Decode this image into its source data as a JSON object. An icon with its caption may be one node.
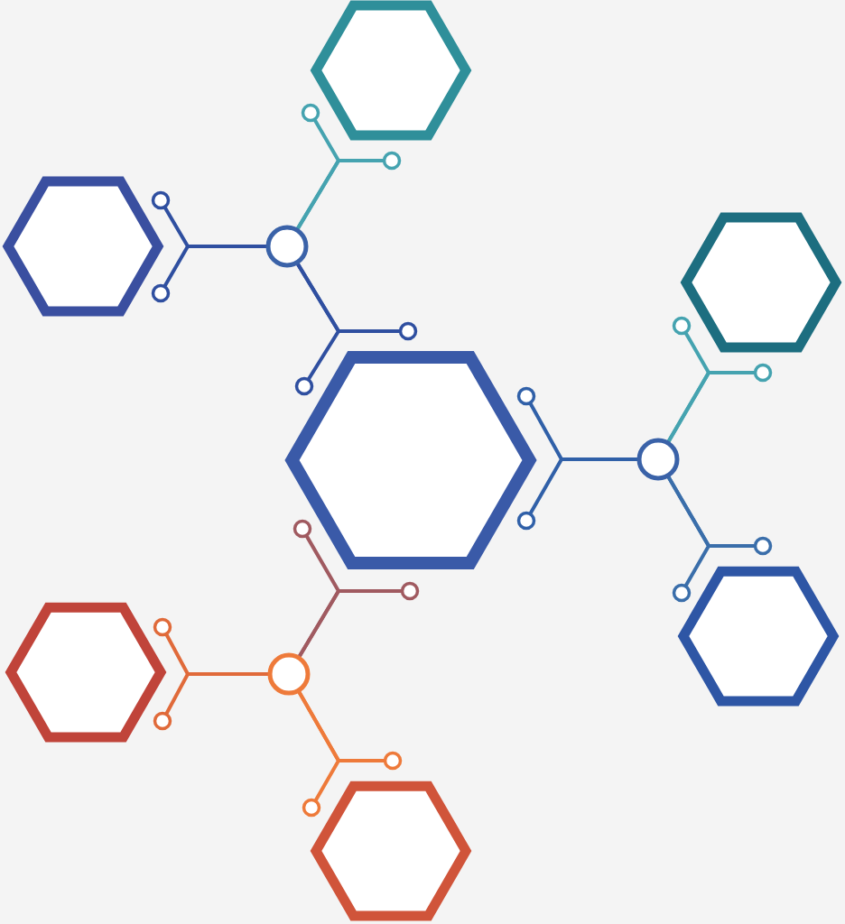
{
  "diagram": {
    "nodes": [
      {
        "text": [],
        "shape": "hexagon"
      },
      {
        "text": [],
        "shape": "hexagon"
      },
      {
        "text": [],
        "shape": "circle"
      },
      {
        "text": [],
        "shape": "hexagon"
      },
      {
        "text": [],
        "shape": "hexagon"
      },
      {
        "text": [],
        "shape": "circle"
      },
      {
        "text": [],
        "shape": "hexagon"
      },
      {
        "text": [],
        "shape": "hexagon"
      },
      {
        "text": [],
        "shape": "circle"
      },
      {
        "text": [],
        "shape": "hexagon"
      },
      {
        "text": [],
        "shape": "circle"
      },
      {
        "text": [],
        "shape": "circle"
      },
      {
        "text": [],
        "shape": "circle"
      },
      {
        "text": [],
        "shape": "circle"
      },
      {
        "text": [],
        "shape": "circle"
      },
      {
        "text": [],
        "shape": "circle"
      },
      {
        "text": [],
        "shape": "circle"
      },
      {
        "text": [],
        "shape": "circle"
      },
      {
        "text": [],
        "shape": "circle"
      },
      {
        "text": [],
        "shape": "circle"
      },
      {
        "text": [],
        "shape": "circle"
      },
      {
        "text": [],
        "shape": "circle"
      },
      {
        "text": [],
        "shape": "circle"
      },
      {
        "text": [],
        "shape": "circle"
      },
      {
        "text": [],
        "shape": "circle"
      },
      {
        "text": [],
        "shape": "circle"
      },
      {
        "text": [],
        "shape": "circle"
      },
      {
        "text": [],
        "shape": "circle"
      }
    ],
    "edges": [
      {
        "from": 2,
        "to": 10,
        "arrow": "none",
        "color": "#45a3b0"
      },
      {
        "from": 2,
        "to": 11,
        "arrow": "none",
        "color": "#45a3b0"
      },
      {
        "from": 2,
        "to": 12,
        "arrow": "none",
        "color": "#2f4fa0"
      },
      {
        "from": 2,
        "to": 13,
        "arrow": "none",
        "color": "#2f4fa0"
      },
      {
        "from": 2,
        "to": 14,
        "arrow": "none",
        "color": "#2f4fa0"
      },
      {
        "from": 2,
        "to": 15,
        "arrow": "none",
        "color": "#2f4fa0"
      },
      {
        "from": 5,
        "to": 16,
        "arrow": "none",
        "color": "#45a3b0"
      },
      {
        "from": 5,
        "to": 17,
        "arrow": "none",
        "color": "#45a3b0"
      },
      {
        "from": 5,
        "to": 18,
        "arrow": "none",
        "color": "#3060a8"
      },
      {
        "from": 5,
        "to": 19,
        "arrow": "none",
        "color": "#3060a8"
      },
      {
        "from": 5,
        "to": 20,
        "arrow": "none",
        "color": "#3a6eaa"
      },
      {
        "from": 5,
        "to": 21,
        "arrow": "none",
        "color": "#3a6eaa"
      },
      {
        "from": 8,
        "to": 22,
        "arrow": "none",
        "color": "#a05a60"
      },
      {
        "from": 8,
        "to": 23,
        "arrow": "none",
        "color": "#a05a60"
      },
      {
        "from": 8,
        "to": 24,
        "arrow": "none",
        "color": "#e06a3a"
      },
      {
        "from": 8,
        "to": 25,
        "arrow": "none",
        "color": "#e06a3a"
      },
      {
        "from": 8,
        "to": 26,
        "arrow": "none",
        "color": "#ee7a3a"
      },
      {
        "from": 8,
        "to": 27,
        "arrow": "none",
        "color": "#ee7a3a"
      }
    ]
  }
}
